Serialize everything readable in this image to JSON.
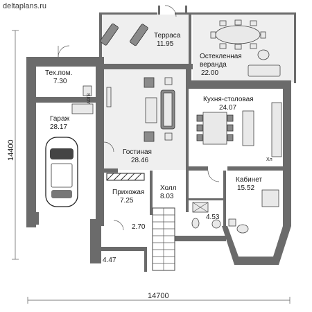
{
  "watermark": "deltaplans.ru",
  "rooms": {
    "terrace": {
      "name": "Терраса",
      "area": "11.95"
    },
    "veranda": {
      "name_line1": "Остекленная",
      "name_line2": "веранда",
      "area": "22.00"
    },
    "tech": {
      "name": "Тех.пом.",
      "area": "7.30"
    },
    "kitchen": {
      "name": "Кухня-столовая",
      "area": "24.07"
    },
    "garage": {
      "name": "Гараж",
      "area": "28.17"
    },
    "living": {
      "name": "Гостиная",
      "area": "28.46"
    },
    "hall_entry": {
      "name": "Прихожая",
      "area": "7.25"
    },
    "hall": {
      "name": "Холл",
      "area": "8.03"
    },
    "cabinet": {
      "name": "Кабинет",
      "area": "15.52"
    },
    "bath": {
      "area": "4.53"
    },
    "small_a": {
      "area": "2.70"
    },
    "small_b": {
      "area": "4.47"
    }
  },
  "labels": {
    "boiler_mark": "АОГВ",
    "fridge_mark": "Хл"
  },
  "dimensions": {
    "width": "14700",
    "height": "14400"
  },
  "colors": {
    "wall": "#6b6b6b",
    "floor_light": "#efefef",
    "background": "#ffffff"
  }
}
